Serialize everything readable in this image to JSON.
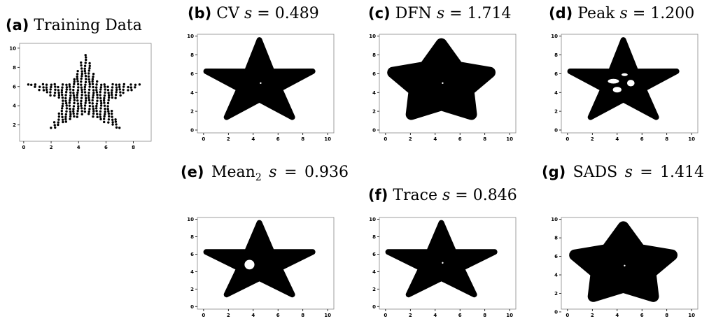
{
  "figure": {
    "panels": [
      {
        "id": "a",
        "label": "(a)",
        "method": "Training Data",
        "s_prefix": "",
        "s_value": ""
      },
      {
        "id": "b",
        "label": "(b)",
        "method": "CV",
        "s_prefix": "s",
        "s_value": "0.489"
      },
      {
        "id": "c",
        "label": "(c)",
        "method": "DFN",
        "s_prefix": "s",
        "s_value": "1.714"
      },
      {
        "id": "d",
        "label": "(d)",
        "method": "Peak",
        "s_prefix": "s",
        "s_value": "1.200"
      },
      {
        "id": "e",
        "label": "(e)",
        "method": "Mean",
        "method_sub": "2",
        "s_prefix": "s",
        "s_value": "0.936"
      },
      {
        "id": "f",
        "label": "(f)",
        "method": "Trace",
        "s_prefix": "s",
        "s_value": "0.846"
      },
      {
        "id": "g",
        "label": "(g)",
        "method": "SADS",
        "s_prefix": "s",
        "s_value": "1.414"
      }
    ],
    "equals": "=",
    "axes_a": {
      "x_ticks": [
        "0",
        "2",
        "4",
        "6",
        "8"
      ],
      "y_ticks": [
        "2",
        "4",
        "6",
        "8",
        "10"
      ]
    },
    "axes_other": {
      "x_ticks": [
        "0",
        "2",
        "4",
        "6",
        "8",
        "10"
      ],
      "y_ticks": [
        "0",
        "2",
        "4",
        "6",
        "8",
        "10"
      ]
    }
  },
  "chart_data": [
    {
      "type": "scatter",
      "panel": "a",
      "xlim": [
        -0.3,
        9.3
      ],
      "ylim": [
        0.3,
        10.5
      ],
      "shape": "star-points"
    },
    {
      "type": "area",
      "panel": "b",
      "xlim": [
        -0.5,
        10.5
      ],
      "ylim": [
        -0.3,
        10.2
      ],
      "shape": "star-fill"
    },
    {
      "type": "area",
      "panel": "c",
      "xlim": [
        -0.5,
        10.5
      ],
      "ylim": [
        -0.3,
        10.2
      ],
      "shape": "star-blob"
    },
    {
      "type": "area",
      "panel": "d",
      "xlim": [
        -0.5,
        10.5
      ],
      "ylim": [
        -0.3,
        10.2
      ],
      "shape": "star-fill-holes"
    },
    {
      "type": "area",
      "panel": "e",
      "xlim": [
        -0.5,
        10.5
      ],
      "ylim": [
        -0.3,
        10.2
      ],
      "shape": "star-fill-hole"
    },
    {
      "type": "area",
      "panel": "f",
      "xlim": [
        -0.5,
        10.5
      ],
      "ylim": [
        -0.3,
        10.2
      ],
      "shape": "star-fill"
    },
    {
      "type": "area",
      "panel": "g",
      "xlim": [
        -0.5,
        10.5
      ],
      "ylim": [
        0.3,
        10.2
      ],
      "shape": "star-blob"
    }
  ]
}
